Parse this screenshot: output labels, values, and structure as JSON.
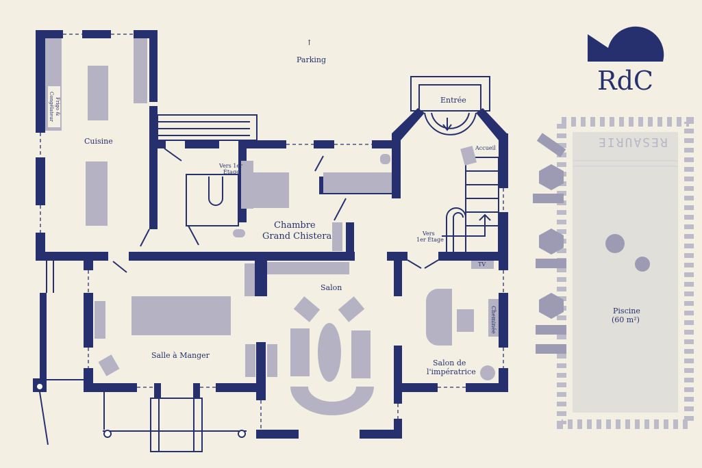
{
  "floor_title": "RdC",
  "colors": {
    "wall": "#26306e",
    "furniture": "#b5b3c3",
    "background": "#f4efe3",
    "pool": "#e1dfd9"
  },
  "labels": {
    "parking": "Parking",
    "parking_arrow": "↑",
    "entree": "Entrée",
    "accueil": "Accueil",
    "cuisine": "Cuisine",
    "frigo": "Frigo & Congélateur",
    "chambre": "Chambre",
    "chambre2": "Grand Chistera",
    "vers1": "Vers 1er",
    "etage1": "Étage",
    "vers2": "Vers",
    "etage2": "1er Étage",
    "salon": "Salon",
    "salle_manger": "Salle à Manger",
    "salon_imp1": "Salon de",
    "salon_imp2": "l'impératrice",
    "cheminee": "Cheminée",
    "tv": "TV",
    "piscine": "Piscine",
    "piscine_area": "(60 m²)",
    "pool_sign": "RESAURIE"
  }
}
